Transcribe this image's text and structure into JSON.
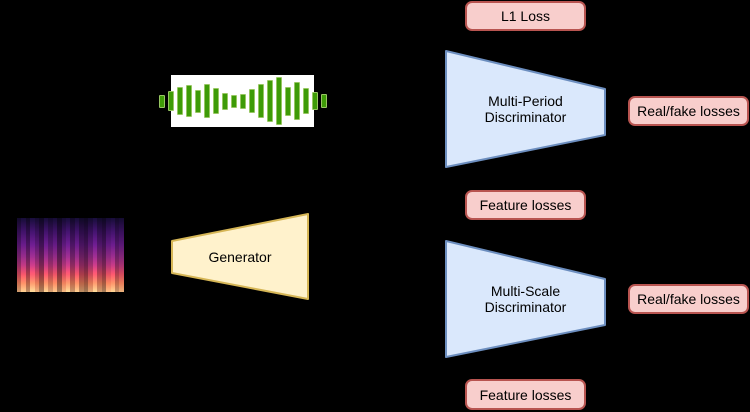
{
  "diagram": {
    "background_color": "#000000",
    "generator": {
      "label": "Generator",
      "fill": "#FFF2CC",
      "stroke": "#D6B656"
    },
    "multi_period_discriminator": {
      "label_line1": "Multi-Period",
      "label_line2": "Discriminator",
      "fill": "#DAE8FC",
      "stroke": "#6C8EBF"
    },
    "multi_scale_discriminator": {
      "label_line1": "Multi-Scale",
      "label_line2": "Discriminator",
      "fill": "#DAE8FC",
      "stroke": "#6C8EBF"
    },
    "loss_boxes": {
      "fill": "#F8CECC",
      "stroke": "#B85450",
      "l1": "L1 Loss",
      "real_fake_top": "Real/fake losses",
      "feature_top": "Feature losses",
      "real_fake_bottom": "Real/fake losses",
      "feature_bottom": "Feature losses"
    },
    "waveform_icon": {
      "background": "#FFFFFF",
      "bar_color": "#3E9B07",
      "bar_edge_color": "#97C662",
      "bar_heights": [
        0.24,
        0.4,
        0.56,
        0.66,
        0.45,
        0.7,
        0.52,
        0.32,
        0.24,
        0.28,
        0.48,
        0.7,
        0.86,
        1.0,
        0.58,
        0.78,
        0.52,
        0.34,
        0.26
      ]
    },
    "spectrogram_icon": {
      "palette": [
        "#150c33",
        "#3b1161",
        "#8c2981",
        "#e55064",
        "#fb8761",
        "#fec287"
      ],
      "column_intensities": [
        0.55,
        0.9,
        0.45,
        1.0,
        0.7,
        0.35,
        0.95,
        0.6,
        0.85,
        0.3,
        0.75,
        1.0,
        0.5,
        0.9,
        0.45,
        0.3,
        0.65,
        1.0,
        0.55,
        0.35,
        0.8,
        0.95,
        0.5,
        0.7
      ]
    }
  }
}
